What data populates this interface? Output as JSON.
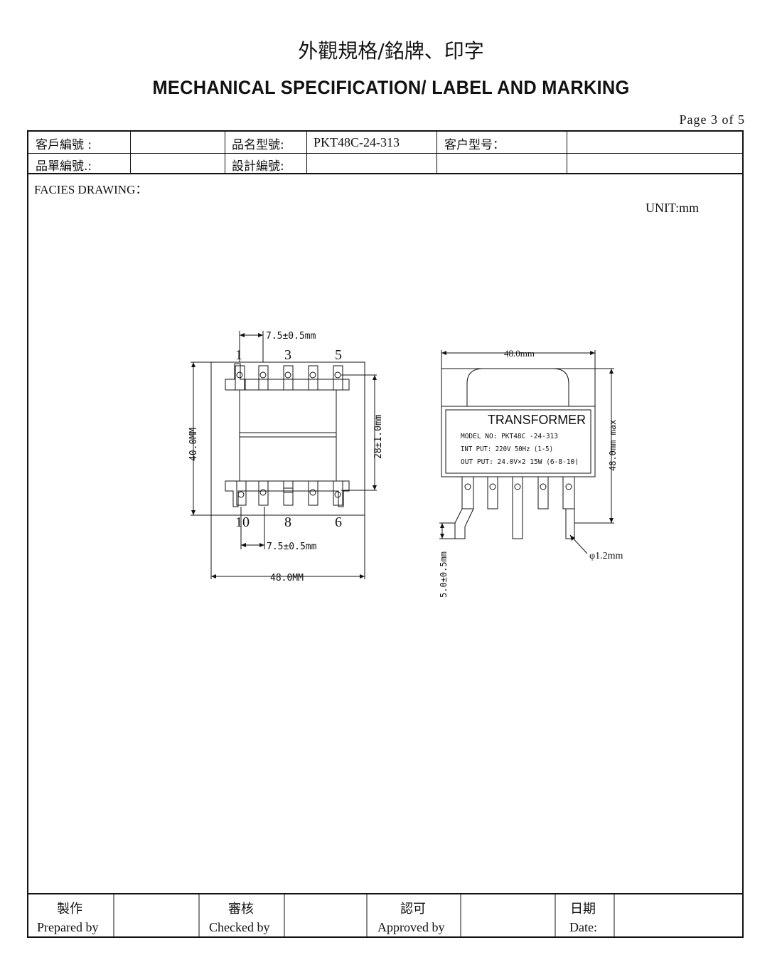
{
  "header": {
    "title_cn": "外觀規格/銘牌、印字",
    "title_en": "MECHANICAL SPECIFICATION/ LABEL AND MARKING",
    "page": "Page  3  of  5"
  },
  "info_table": {
    "customer_no_label": "客戶編號    :",
    "product_model_label": "品名型號:",
    "product_model_value": "PKT48C-24-313",
    "customer_model_label": "客户型号：",
    "order_no_label": "品單編號.:",
    "design_no_label": "設計編號:"
  },
  "drawing": {
    "section_label": "FACIES DRAWING：",
    "unit": "UNIT:mm",
    "left_view": {
      "pin_spacing_top": "7.5±0.5mm",
      "pin_spacing_bottom": "7.5±0.5mm",
      "pin_labels_top": [
        "1",
        "3",
        "5"
      ],
      "pin_labels_bottom": [
        "10",
        "8",
        "6"
      ],
      "height": "40.0MM",
      "pin_row_spacing": "28±1.0mm",
      "width": "48.0MM"
    },
    "right_view": {
      "width": "48.0mm",
      "height": "48.0mm max",
      "pin_length": "5.0±0.5mm",
      "pin_diameter": "φ1.2mm",
      "label_title": "TRANSFORMER",
      "label_model": "MODEL NO: PKT48C -24-313",
      "label_input": "INT PUT: 220V  50Hz (1-5)",
      "label_output": "OUT PUT: 24.0V×2  15W  (6-8-10)"
    }
  },
  "signoff": {
    "prepared_cn": "製作",
    "prepared_en": "Prepared by",
    "checked_cn": "審核",
    "checked_en": "Checked by",
    "approved_cn": "認可",
    "approved_en": "Approved by",
    "date_cn": "日期",
    "date_en": "Date:"
  }
}
